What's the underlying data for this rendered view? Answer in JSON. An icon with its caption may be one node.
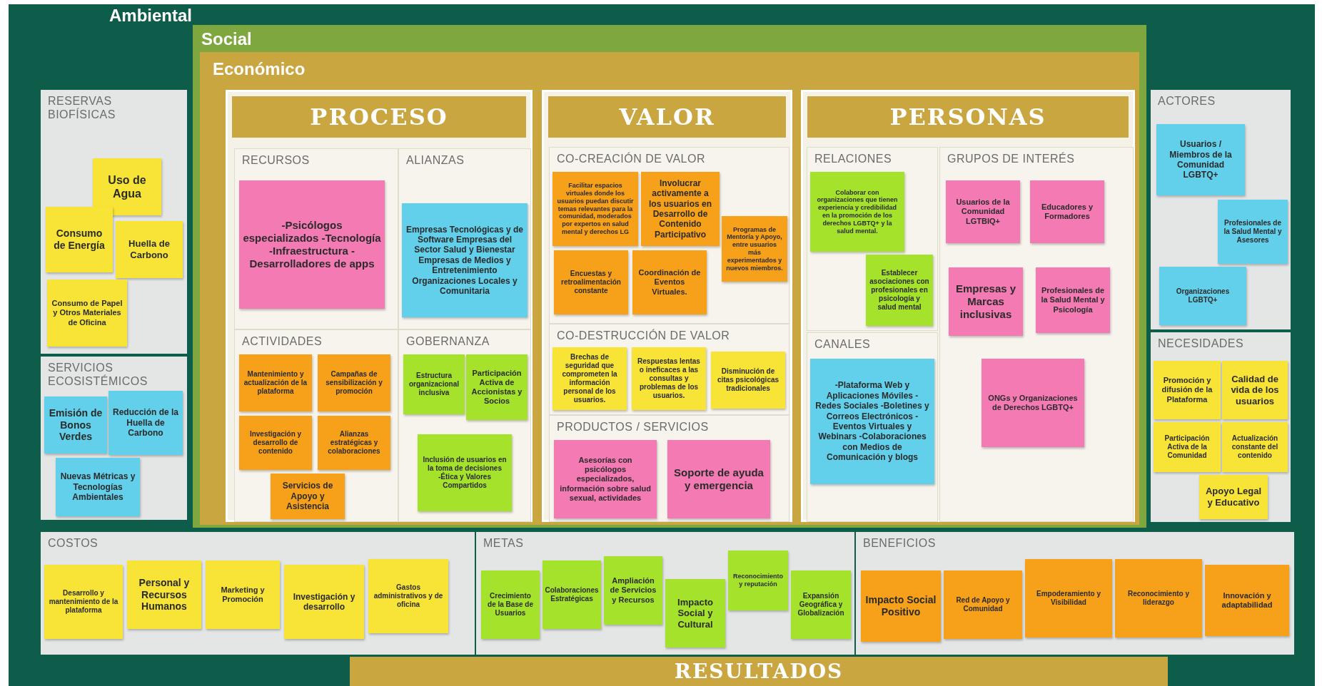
{
  "diagram": {
    "nodes": [
      {
        "text": [
          "Ambiental"
        ]
      },
      {
        "text": [
          "Social"
        ],
        "in": 0
      },
      {
        "text": [
          "Económico"
        ],
        "in": 1
      },
      {
        "text": [
          "RESERVAS BIOFÍSICAS"
        ],
        "in": 0
      },
      {
        "text": [
          "Uso de Agua"
        ],
        "in": 3
      },
      {
        "text": [
          "Consumo de Energía"
        ],
        "in": 3
      },
      {
        "text": [
          "Huella de Carbono"
        ],
        "in": 3
      },
      {
        "text": [
          "Consumo de Papel y Otros Materiales de Oficina"
        ],
        "in": 3
      },
      {
        "text": [
          "SERVICIOS ECOSISTÉMICOS"
        ],
        "in": 0
      },
      {
        "text": [
          "Emisión de Bonos Verdes"
        ],
        "in": 8
      },
      {
        "text": [
          "Reducción de la Huella de Carbono"
        ],
        "in": 8
      },
      {
        "text": [
          "Nuevas Métricas y Tecnologías Ambientales"
        ],
        "in": 8
      },
      {
        "text": [
          "PROCESO"
        ],
        "in": 2
      },
      {
        "text": [
          "RECURSOS"
        ],
        "in": 12
      },
      {
        "text": [
          "-Psicólogos especializados -Tecnología -Infraestructura -Desarrolladores de apps"
        ],
        "in": 13
      },
      {
        "text": [
          "ALIANZAS"
        ],
        "in": 12
      },
      {
        "text": [
          "Empresas Tecnológicas y de Software Empresas del Sector Salud y Bienestar Empresas de Medios y Entretenimiento Organizaciones Locales y Comunitaria"
        ],
        "in": 15
      },
      {
        "text": [
          "ACTIVIDADES"
        ],
        "in": 12
      },
      {
        "text": [
          "Mantenimiento y actualización de la plataforma"
        ],
        "in": 17
      },
      {
        "text": [
          "Campañas de sensibilización y promoción"
        ],
        "in": 17
      },
      {
        "text": [
          "Investigación y desarrollo de contenido"
        ],
        "in": 17
      },
      {
        "text": [
          "Alianzas estratégicas y colaboraciones"
        ],
        "in": 17
      },
      {
        "text": [
          "Servicios de Apoyo y Asistencia"
        ],
        "in": 17
      },
      {
        "text": [
          "GOBERNANZA"
        ],
        "in": 12
      },
      {
        "text": [
          "Estructura organizacional inclusiva"
        ],
        "in": 23
      },
      {
        "text": [
          "Participación Activa de Accionistas y Socios"
        ],
        "in": 23
      },
      {
        "text": [
          "Inclusión de usuarios en la toma de decisiones -Ética y Valores Compartidos"
        ],
        "in": 23
      },
      {
        "text": [
          "VALOR"
        ],
        "in": 2
      },
      {
        "text": [
          "CO-CREACIÓN DE VALOR"
        ],
        "in": 27
      },
      {
        "text": [
          "Facilitar espacios virtuales donde los usuarios puedan discutir temas relevantes para la comunidad, moderados por expertos en salud mental y derechos LG"
        ],
        "in": 28
      },
      {
        "text": [
          "Involucrar activamente a los usuarios en Desarrollo de Contenido Participativo"
        ],
        "in": 28
      },
      {
        "text": [
          "Programas de Mentoría y Apoyo, entre usuarios más experimentados y nuevos miembros."
        ],
        "in": 28
      },
      {
        "text": [
          "Encuestas y retroalimentación constante"
        ],
        "in": 28
      },
      {
        "text": [
          "Coordinación de Eventos Virtuales."
        ],
        "in": 28
      },
      {
        "text": [
          "CO-DESTRUCCIÓN DE VALOR"
        ],
        "in": 27
      },
      {
        "text": [
          "Brechas de seguridad que comprometen la información personal de los usuarios."
        ],
        "in": 34
      },
      {
        "text": [
          "Respuestas lentas o ineficaces a las consultas y problemas de los usuarios."
        ],
        "in": 34
      },
      {
        "text": [
          "Disminución de citas psicológicas tradicionales"
        ],
        "in": 34
      },
      {
        "text": [
          "PRODUCTOS / SERVICIOS"
        ],
        "in": 27
      },
      {
        "text": [
          "Asesorías con psicólogos especializados, información sobre salud sexual, actividades"
        ],
        "in": 38
      },
      {
        "text": [
          "Soporte de ayuda y emergencia"
        ],
        "in": 38
      },
      {
        "text": [
          "PERSONAS"
        ],
        "in": 2
      },
      {
        "text": [
          "RELACIONES"
        ],
        "in": 41
      },
      {
        "text": [
          "Colaborar con organizaciones que tienen experiencia y credibilidad en la promoción de los derechos LGBTQ+ y la salud mental."
        ],
        "in": 42
      },
      {
        "text": [
          "Establecer asociaciones con profesionales en psicología y salud mental"
        ],
        "in": 42
      },
      {
        "text": [
          "CANALES"
        ],
        "in": 41
      },
      {
        "text": [
          "-Plataforma Web y Aplicaciones Móviles -Redes Sociales -Boletines y Correos Electrónicos -Eventos Virtuales y Webinars -Colaboraciones con Medios de Comunicación y blogs"
        ],
        "in": 45
      },
      {
        "text": [
          "GRUPOS DE INTERÉS"
        ],
        "in": 41
      },
      {
        "text": [
          "Usuarios de la Comunidad LGTBIQ+"
        ],
        "in": 47
      },
      {
        "text": [
          "Educadores y Formadores"
        ],
        "in": 47
      },
      {
        "text": [
          "Empresas y Marcas inclusivas"
        ],
        "in": 47
      },
      {
        "text": [
          "Profesionales de la Salud Mental y Psicología"
        ],
        "in": 47
      },
      {
        "text": [
          "ONGs y Organizaciones de Derechos LGBTQ+"
        ],
        "in": 47
      },
      {
        "text": [
          "ACTORES"
        ],
        "in": 0
      },
      {
        "text": [
          "Usuarios / Miembros de la Comunidad LGBTQ+"
        ],
        "in": 53
      },
      {
        "text": [
          "Profesionales de la Salud Mental y Asesores"
        ],
        "in": 53
      },
      {
        "text": [
          "Organizaciones LGBTQ+"
        ],
        "in": 53
      },
      {
        "text": [
          "NECESIDADES"
        ],
        "in": 0
      },
      {
        "text": [
          "Promoción y difusión de la Plataforma"
        ],
        "in": 57
      },
      {
        "text": [
          "Calidad de vida de los usuarios"
        ],
        "in": 57
      },
      {
        "text": [
          "Participación Activa de la Comunidad"
        ],
        "in": 57
      },
      {
        "text": [
          "Actualización constante del contenido"
        ],
        "in": 57
      },
      {
        "text": [
          "Apoyo Legal y Educativo"
        ],
        "in": 57
      },
      {
        "text": [
          "COSTOS"
        ],
        "in": 0
      },
      {
        "text": [
          "Desarrollo y mantenimiento de la plataforma"
        ],
        "in": 63
      },
      {
        "text": [
          "Personal y Recursos Humanos"
        ],
        "in": 63
      },
      {
        "text": [
          "Marketing y Promoción"
        ],
        "in": 63
      },
      {
        "text": [
          "Investigación y desarrollo"
        ],
        "in": 63
      },
      {
        "text": [
          "Gastos administrativos y de oficina"
        ],
        "in": 63
      },
      {
        "text": [
          "METAS"
        ],
        "in": 0
      },
      {
        "text": [
          "Crecimiento de la Base de Usuarios"
        ],
        "in": 69
      },
      {
        "text": [
          "Colaboraciones Estratégicas"
        ],
        "in": 69
      },
      {
        "text": [
          "Ampliación de Servicios y Recursos"
        ],
        "in": 69
      },
      {
        "text": [
          "Impacto Social y Cultural"
        ],
        "in": 69
      },
      {
        "text": [
          "Reconocimiento y reputación"
        ],
        "in": 69
      },
      {
        "text": [
          "Expansión Geográfica y Globalización"
        ],
        "in": 69
      },
      {
        "text": [
          "BENEFICIOS"
        ],
        "in": 0
      },
      {
        "text": [
          "Impacto Social Positivo"
        ],
        "in": 76
      },
      {
        "text": [
          "Red de Apoyo y Comunidad"
        ],
        "in": 76
      },
      {
        "text": [
          "Empoderamiento y Visibilidad"
        ],
        "in": 76
      },
      {
        "text": [
          "Reconocimiento y liderazgo"
        ],
        "in": 76
      },
      {
        "text": [
          "Innovación y adaptabilidad"
        ],
        "in": 76
      },
      {
        "text": [
          "RESULTADOS"
        ],
        "in": 0
      }
    ]
  }
}
